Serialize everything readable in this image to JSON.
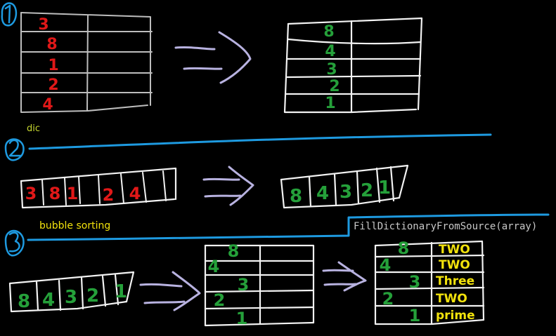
{
  "colors": {
    "background": "#000000",
    "marker_blue": "#1e9ae0",
    "marker_red": "#e01818",
    "marker_green": "#25a03a",
    "marker_white": "#f2f2f2",
    "marker_gray": "#bdbdbd",
    "marker_yellow": "#f2e20c",
    "arrow_lavender": "#b8b2e0"
  },
  "steps": [
    {
      "number": "1",
      "input_column": [
        "3",
        "8",
        "1",
        "2",
        "4"
      ],
      "output_column": [
        "8",
        "4",
        "3",
        "2",
        "1"
      ],
      "caption": "dic"
    },
    {
      "number": "2",
      "input_array": [
        "3",
        "8",
        "1",
        "2",
        "4"
      ],
      "output_array": [
        "8",
        "4",
        "3",
        "2",
        "1"
      ],
      "caption": "bubble sorting"
    },
    {
      "number": "3",
      "input_array": [
        "8",
        "4",
        "3",
        "2",
        "1"
      ],
      "middle_column": [
        "8",
        "4",
        "3",
        "2",
        "1"
      ],
      "output_keys": [
        "8",
        "4",
        "3",
        "2",
        "1"
      ],
      "output_values": [
        "TWO",
        "TWO",
        "Three",
        "TWO",
        "prime"
      ],
      "method_call": "FillDictionaryFromSource(array)"
    }
  ]
}
